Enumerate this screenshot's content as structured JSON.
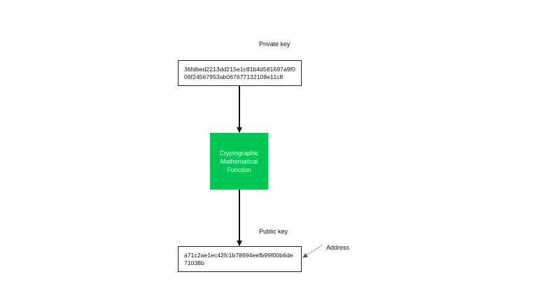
{
  "private_key": {
    "label": "Private key",
    "value": "36fdbed2213dd215e1c81b4d581697a9f006f24567953ab067677132108e11c8"
  },
  "function": {
    "label": "Cryptographic Mathematical Function",
    "color": "#00c653"
  },
  "public_key": {
    "label": "Public key",
    "value": "a71c2ae1ec42fc1b78694eefb99f00b6de71038b"
  },
  "address": {
    "label": "Address"
  },
  "colors": {
    "arrow": "#111111",
    "dotted_arrow": "#555555"
  }
}
